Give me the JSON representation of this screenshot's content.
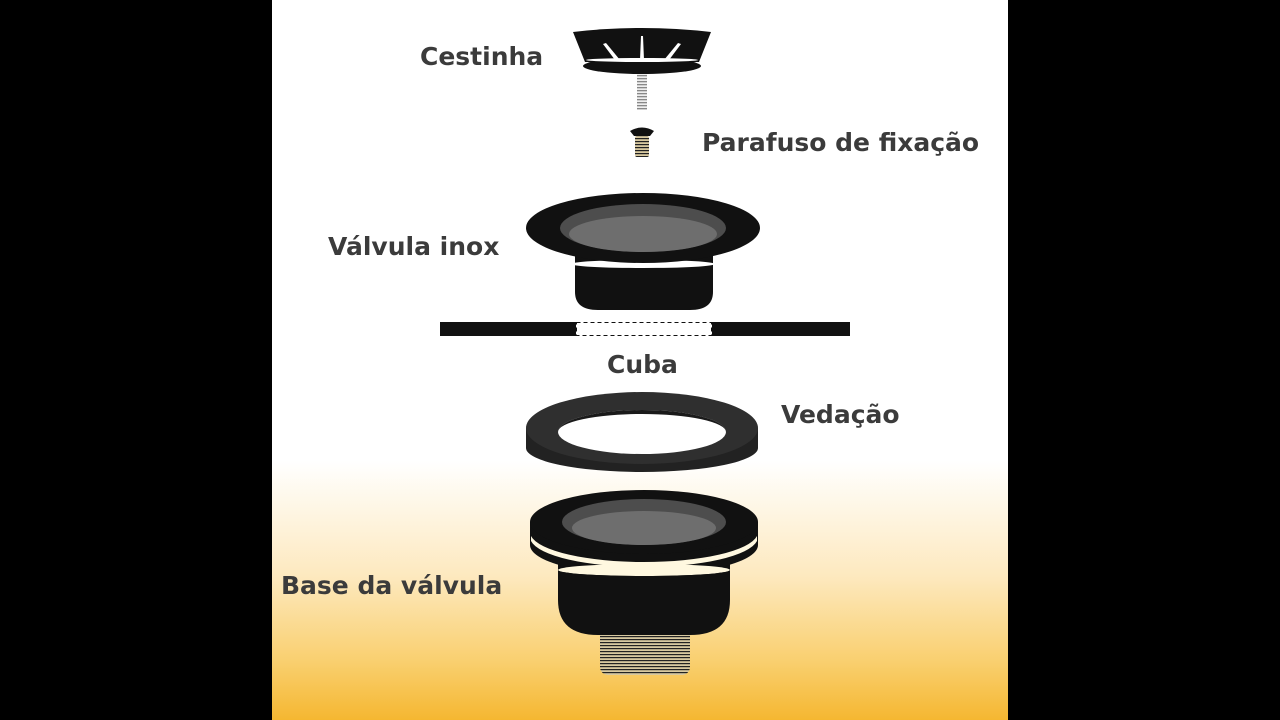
{
  "labels": {
    "cestinha": "Cestinha",
    "parafuso": "Parafuso de fixação",
    "valvula_inox": "Válvula inox",
    "cuba": "Cuba",
    "vedacao": "Vedação",
    "base": "Base da válvula"
  },
  "colors": {
    "part": "#111111",
    "text": "#3b3b3b",
    "gradient_bottom": "#f5b731"
  }
}
